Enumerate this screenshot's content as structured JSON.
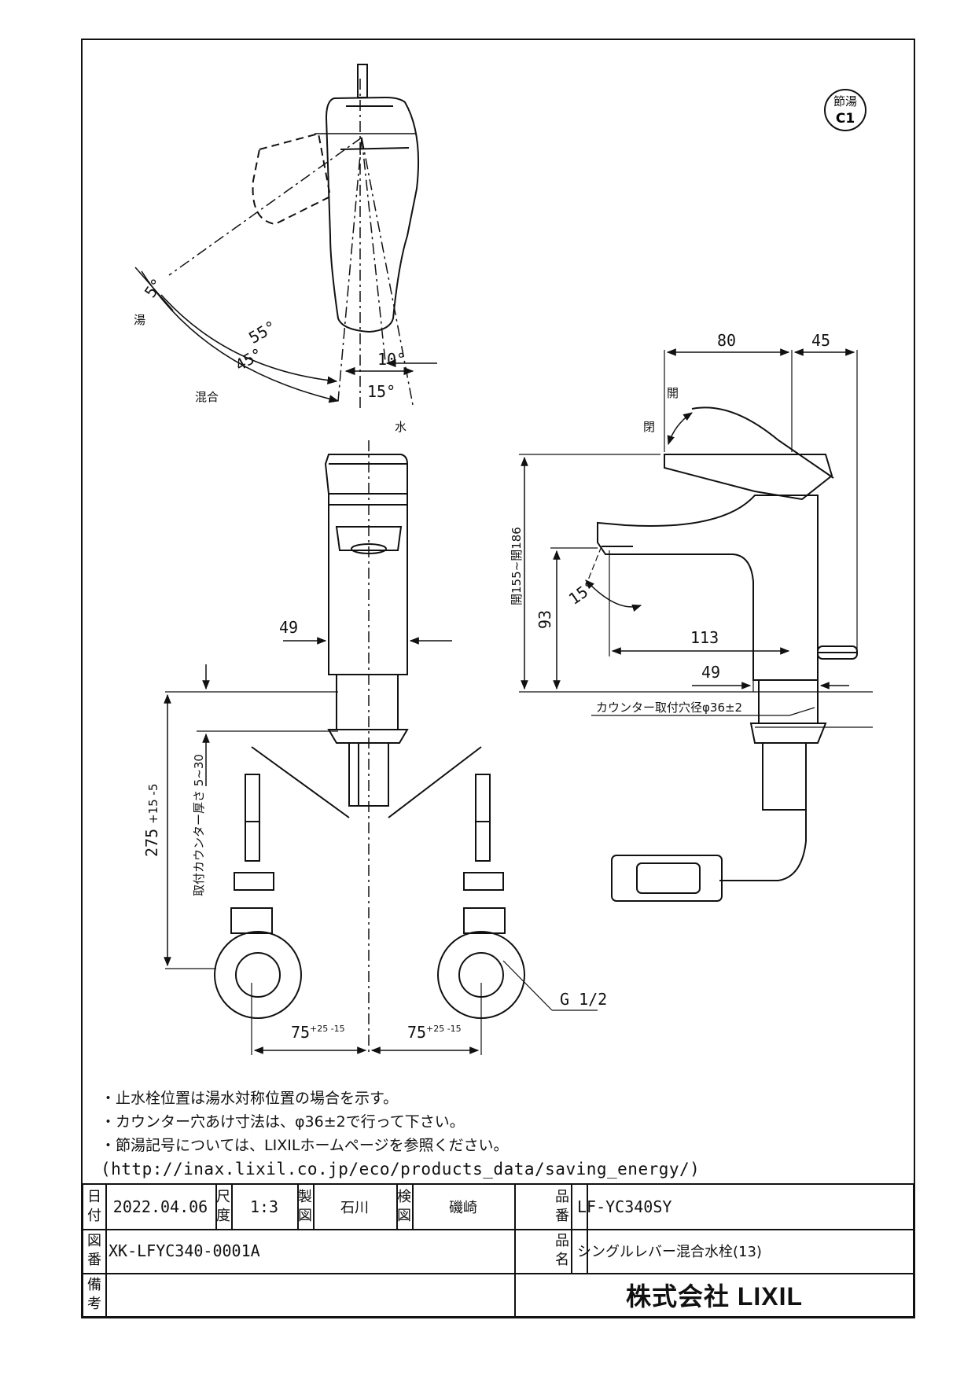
{
  "badge": {
    "line1": "節湯",
    "line2": "C1"
  },
  "top_view": {
    "label_hot": "湯",
    "label_mix": "混合",
    "label_cold": "水",
    "angle_5": "5°",
    "angle_55": "55°",
    "angle_45": "45°",
    "angle_10": "10°",
    "angle_15": "15°"
  },
  "front_view": {
    "dim_49": "49",
    "dim_height": "275",
    "dim_height_tol": "+15 -5",
    "counter_thickness": "取付カウンター厚さ 5~30",
    "dim_left": "75",
    "dim_right": "75",
    "dim_lr_tol": "+25 -15",
    "thread": "G 1/2"
  },
  "side_view": {
    "dim_80": "80",
    "dim_45": "45",
    "label_open": "開",
    "label_close": "閉",
    "dim_open_height": "開155~開186",
    "dim_93": "93",
    "angle_15": "15°",
    "dim_113": "113",
    "dim_49": "49",
    "hole": "カウンター取付穴径φ36±2"
  },
  "notes": [
    "・止水栓位置は湯水対称位置の場合を示す。",
    "・カウンター穴あけ寸法は、φ36±2で行って下さい。",
    "・節湯記号については、LIXILホームページを参照ください。",
    "(http://inax.lixil.co.jp/eco/products_data/saving_energy/)"
  ],
  "title_block": {
    "date_label": "日付",
    "date": "2022.04.06",
    "scale_label": "尺度",
    "scale": "1:3",
    "drawn_label": "製図",
    "drawn_by": "石川",
    "checked_label": "検図",
    "checked_by": "磯崎",
    "model_label": "品番",
    "model": "LF-YC340SY",
    "drawing_no_label": "図番",
    "drawing_no": "XK-LFYC340-0001A",
    "name_label": "品名",
    "name": "シングルレバー混合水栓(13)",
    "remarks_label": "備考",
    "remarks": "",
    "company": "株式会社 LIXIL"
  }
}
